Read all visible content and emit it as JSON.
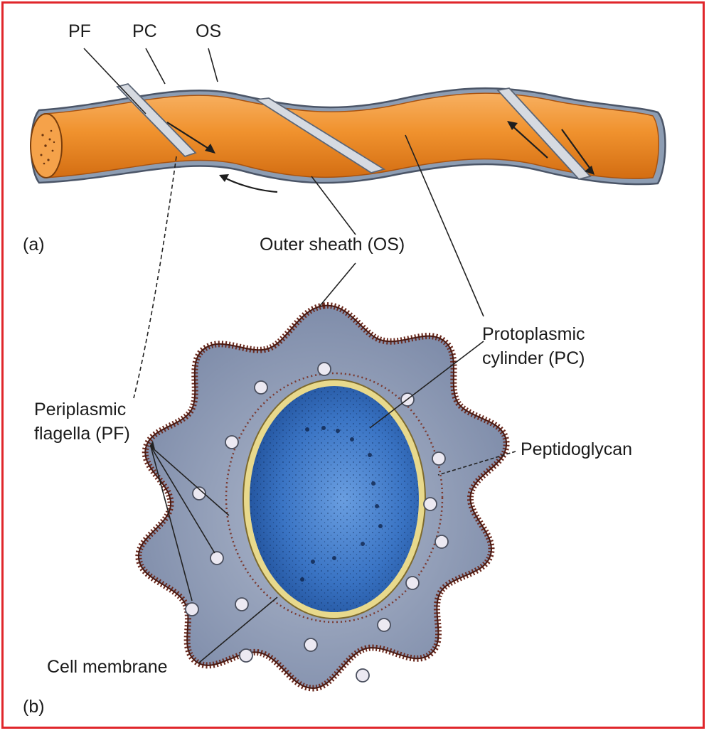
{
  "figure": {
    "panel_a_label": "(a)",
    "panel_b_label": "(b)",
    "top_labels": {
      "pf": "PF",
      "pc": "PC",
      "os": "OS"
    },
    "callouts": {
      "outer_sheath": "Outer sheath (OS)",
      "protoplasmic_line1": "Protoplasmic",
      "protoplasmic_line2": "cylinder (PC)",
      "periplasmic_line1": "Periplasmic",
      "periplasmic_line2": "flagella (PF)",
      "peptidoglycan": "Peptidoglycan",
      "cell_membrane": "Cell membrane"
    },
    "colors": {
      "frame": "#e0262b",
      "cylinder_orange": "#f0922e",
      "sheath_gray": "#8d9db3",
      "flagella_gray": "#d6dae1",
      "cell_gray_blue": "#8e9cb8",
      "cytoplasm_blue": "#2f68b8",
      "outer_membrane_brown": "#6b2a1f",
      "membrane_yellow": "#e8d98c"
    }
  }
}
